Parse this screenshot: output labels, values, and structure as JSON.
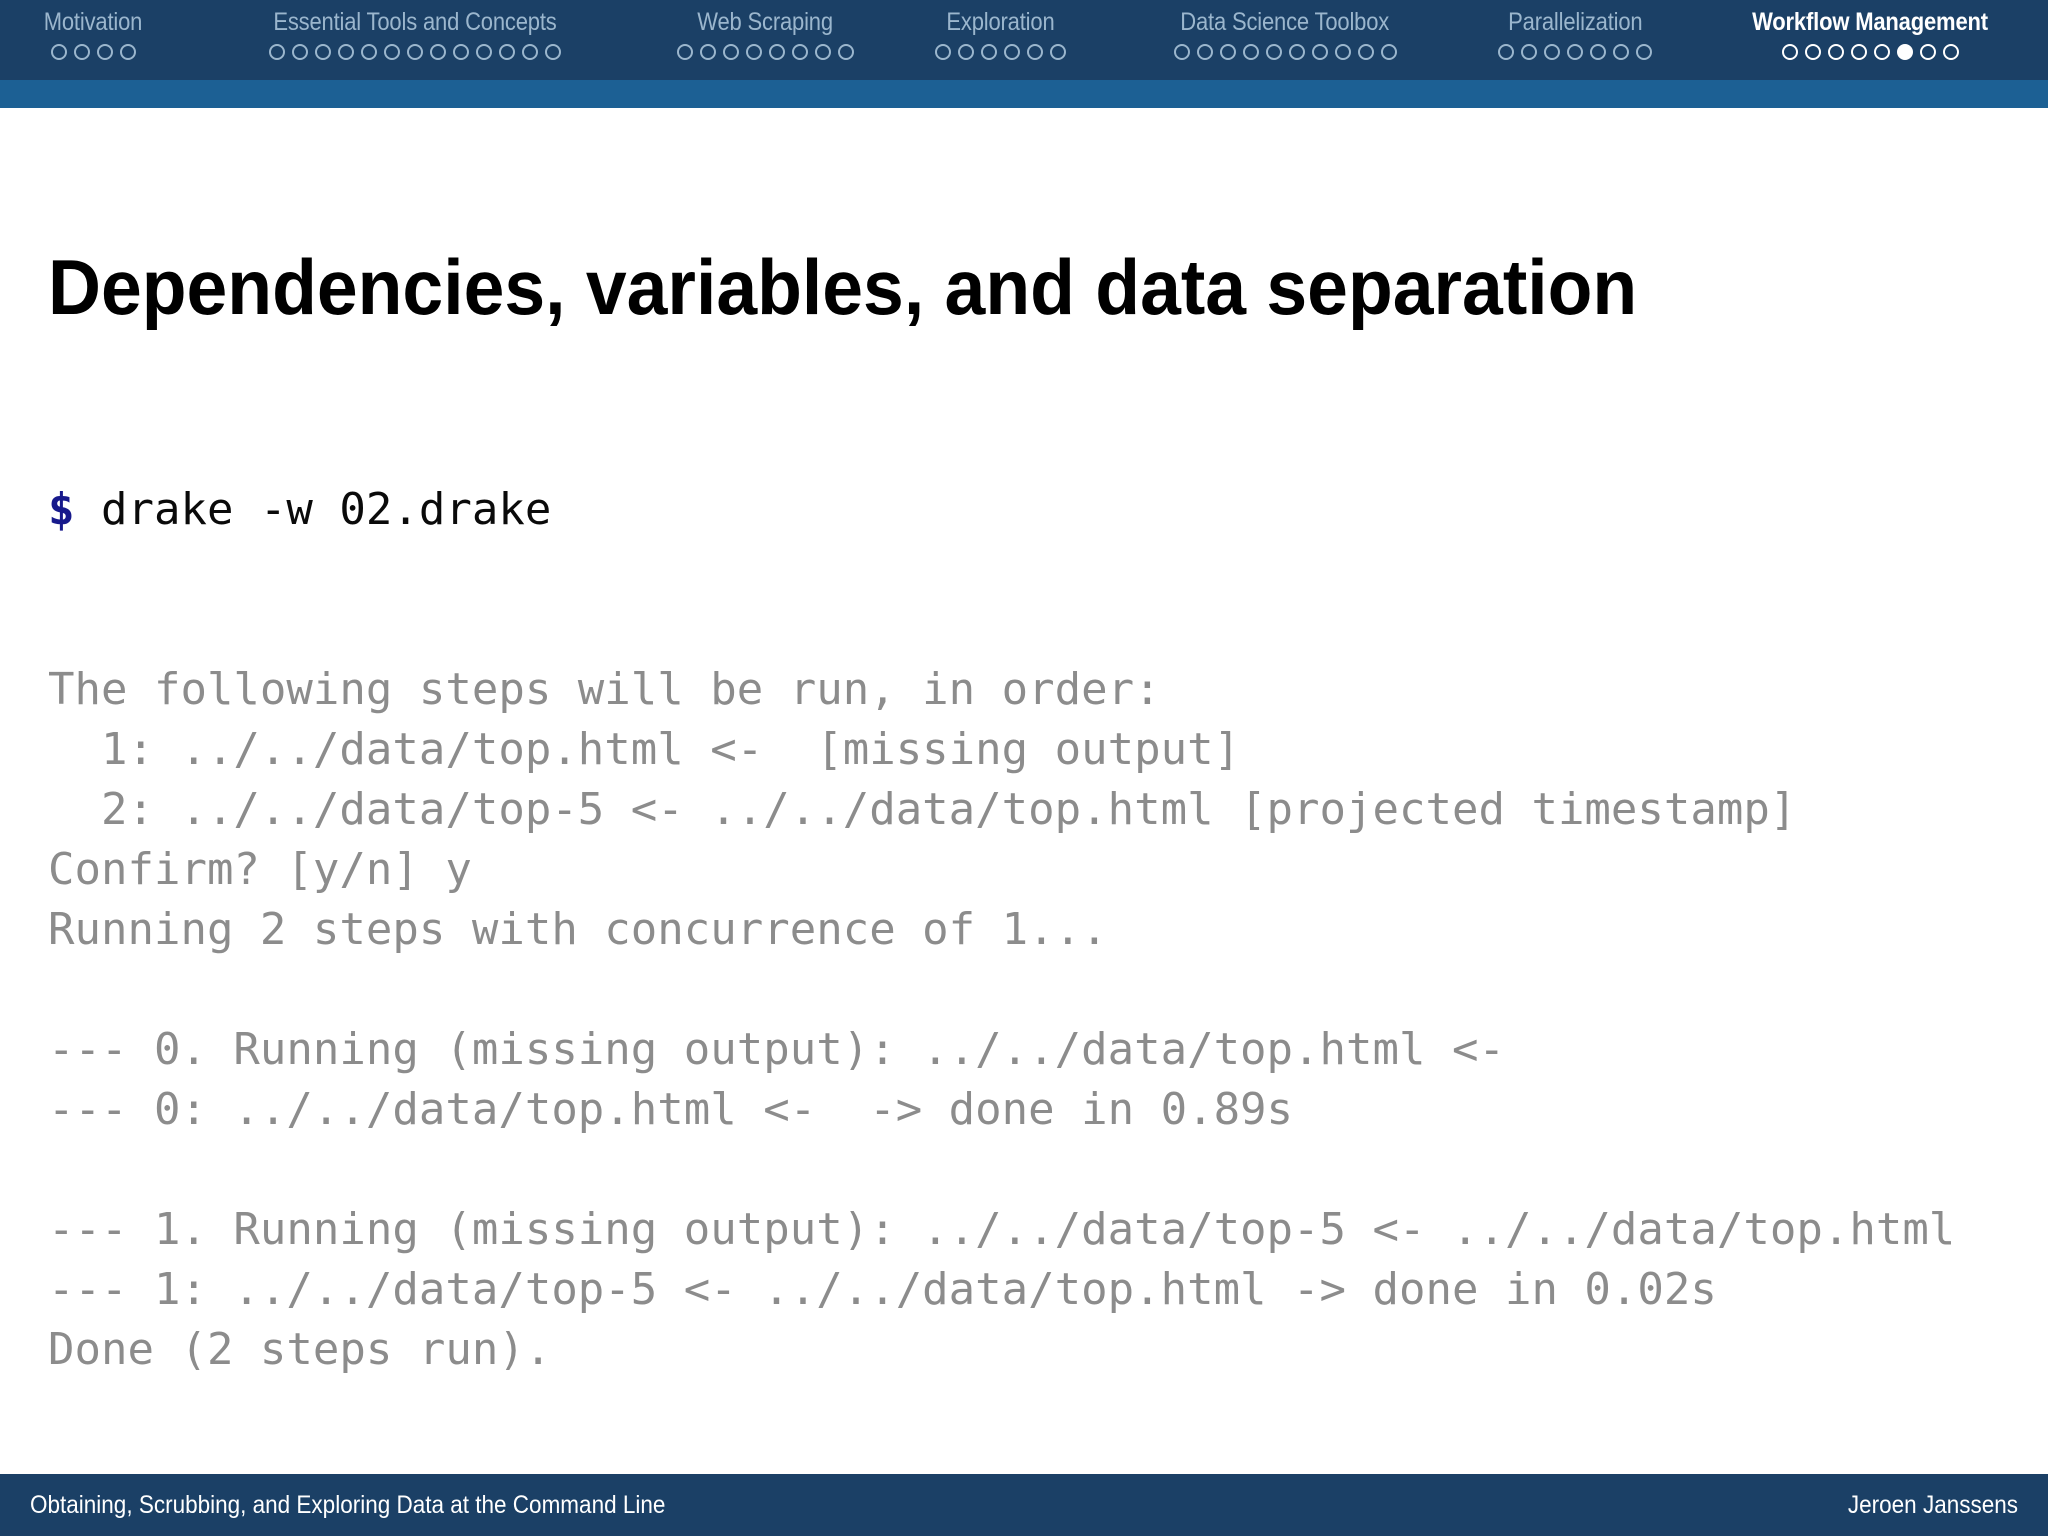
{
  "nav": {
    "sections": [
      {
        "label": "Motivation",
        "dots": 4,
        "active_index": -1,
        "current": false
      },
      {
        "label": "Essential Tools and Concepts",
        "dots": 13,
        "active_index": -1,
        "current": false
      },
      {
        "label": "Web Scraping",
        "dots": 8,
        "active_index": -1,
        "current": false
      },
      {
        "label": "Exploration",
        "dots": 6,
        "active_index": -1,
        "current": false
      },
      {
        "label": "Data Science Toolbox",
        "dots": 10,
        "active_index": -1,
        "current": false
      },
      {
        "label": "Parallelization",
        "dots": 7,
        "active_index": -1,
        "current": false
      },
      {
        "label": "Workflow Management",
        "dots": 8,
        "active_index": 5,
        "current": true
      }
    ]
  },
  "slide": {
    "title": "Dependencies, variables, and data separation"
  },
  "terminal": {
    "prompt_symbol": "$",
    "command": "drake -w 02.drake",
    "output_lines": [
      "The following steps will be run, in order:",
      "  1: ../../data/top.html <-  [missing output]",
      "  2: ../../data/top-5 <- ../../data/top.html [projected timestamp]",
      "Confirm? [y/n] y",
      "Running 2 steps with concurrence of 1...",
      "",
      "--- 0. Running (missing output): ../../data/top.html <- ",
      "--- 0: ../../data/top.html <-  -> done in 0.89s",
      "",
      "--- 1. Running (missing output): ../../data/top-5 <- ../../data/top.html",
      "--- 1: ../../data/top-5 <- ../../data/top.html -> done in 0.02s",
      "Done (2 steps run)."
    ]
  },
  "footer": {
    "left": "Obtaining, Scrubbing, and Exploring Data at the Command Line",
    "right": "Jeroen Janssens"
  },
  "colors": {
    "nav_bg": "#1b4066",
    "nav_stripe": "#1c6094",
    "nav_text_inactive": "#9bb6cd",
    "nav_text_active": "#ffffff",
    "terminal_output": "#8c8c8c",
    "terminal_command": "#0a0a0a",
    "prompt": "#17198c",
    "footer_bg": "#1b4066"
  }
}
